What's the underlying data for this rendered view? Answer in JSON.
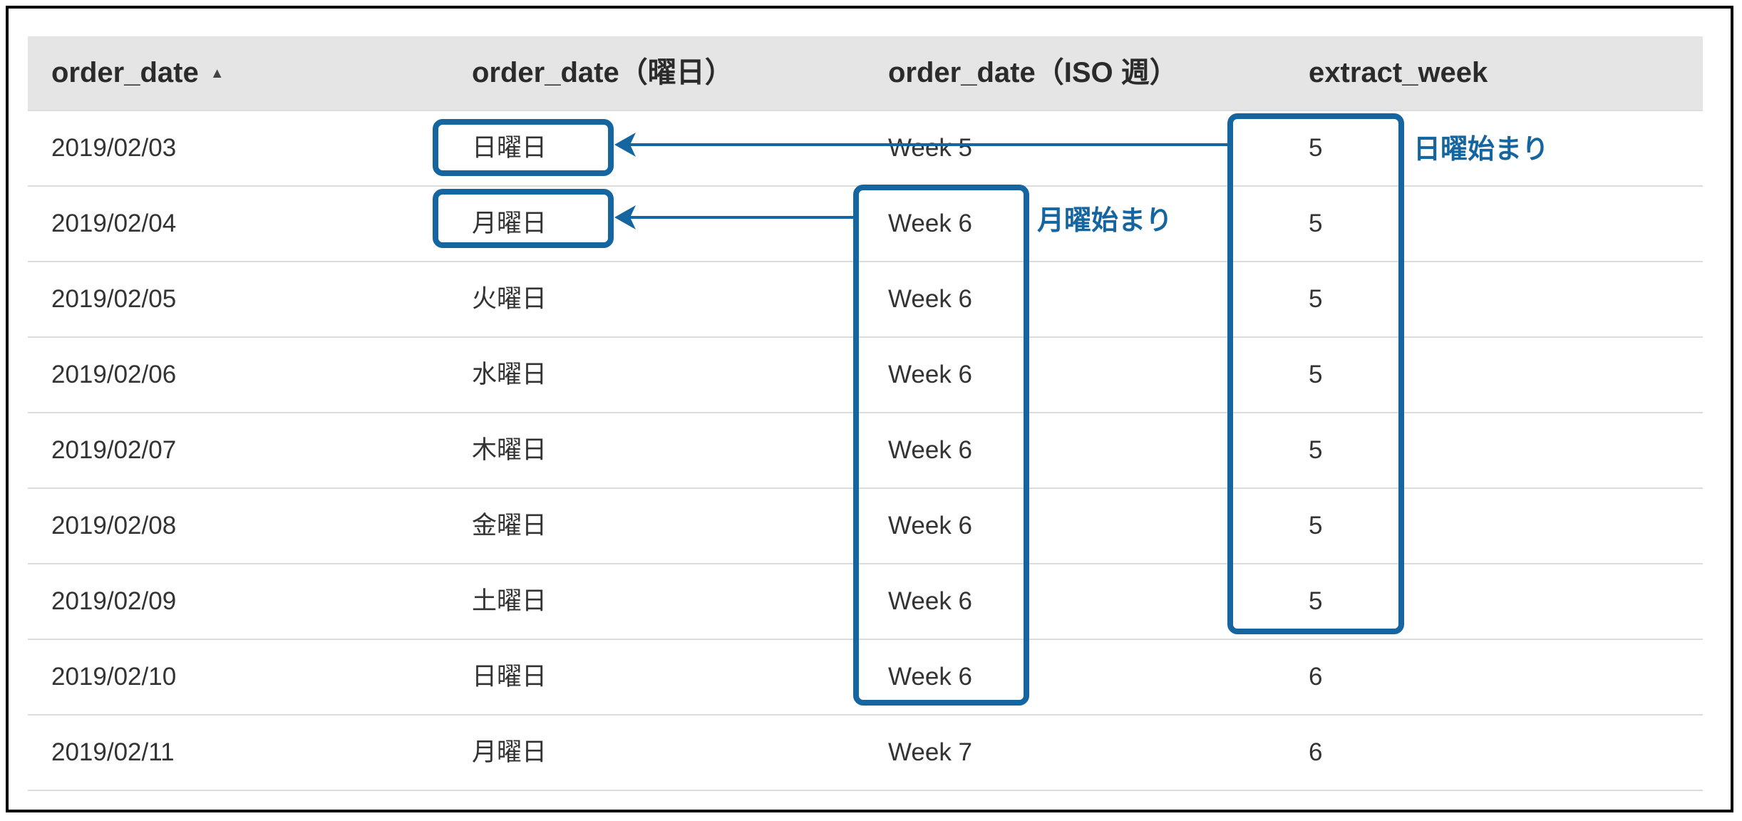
{
  "table": {
    "columns": [
      {
        "label": "order_date",
        "sort_icon": "▲"
      },
      {
        "label": "order_date（曜日）"
      },
      {
        "label": "order_date（ISO 週）"
      },
      {
        "label": "extract_week"
      }
    ],
    "rows": [
      [
        "2019/02/03",
        "日曜日",
        "Week 5",
        "5"
      ],
      [
        "2019/02/04",
        "月曜日",
        "Week 6",
        "5"
      ],
      [
        "2019/02/05",
        "火曜日",
        "Week 6",
        "5"
      ],
      [
        "2019/02/06",
        "水曜日",
        "Week 6",
        "5"
      ],
      [
        "2019/02/07",
        "木曜日",
        "Week 6",
        "5"
      ],
      [
        "2019/02/08",
        "金曜日",
        "Week 6",
        "5"
      ],
      [
        "2019/02/09",
        "土曜日",
        "Week 6",
        "5"
      ],
      [
        "2019/02/10",
        "日曜日",
        "Week 6",
        "6"
      ],
      [
        "2019/02/11",
        "月曜日",
        "Week 7",
        "6"
      ]
    ]
  },
  "annotations": {
    "sunday_start_label": "日曜始まり",
    "monday_start_label": "月曜始まり",
    "color": "#1565a0"
  }
}
